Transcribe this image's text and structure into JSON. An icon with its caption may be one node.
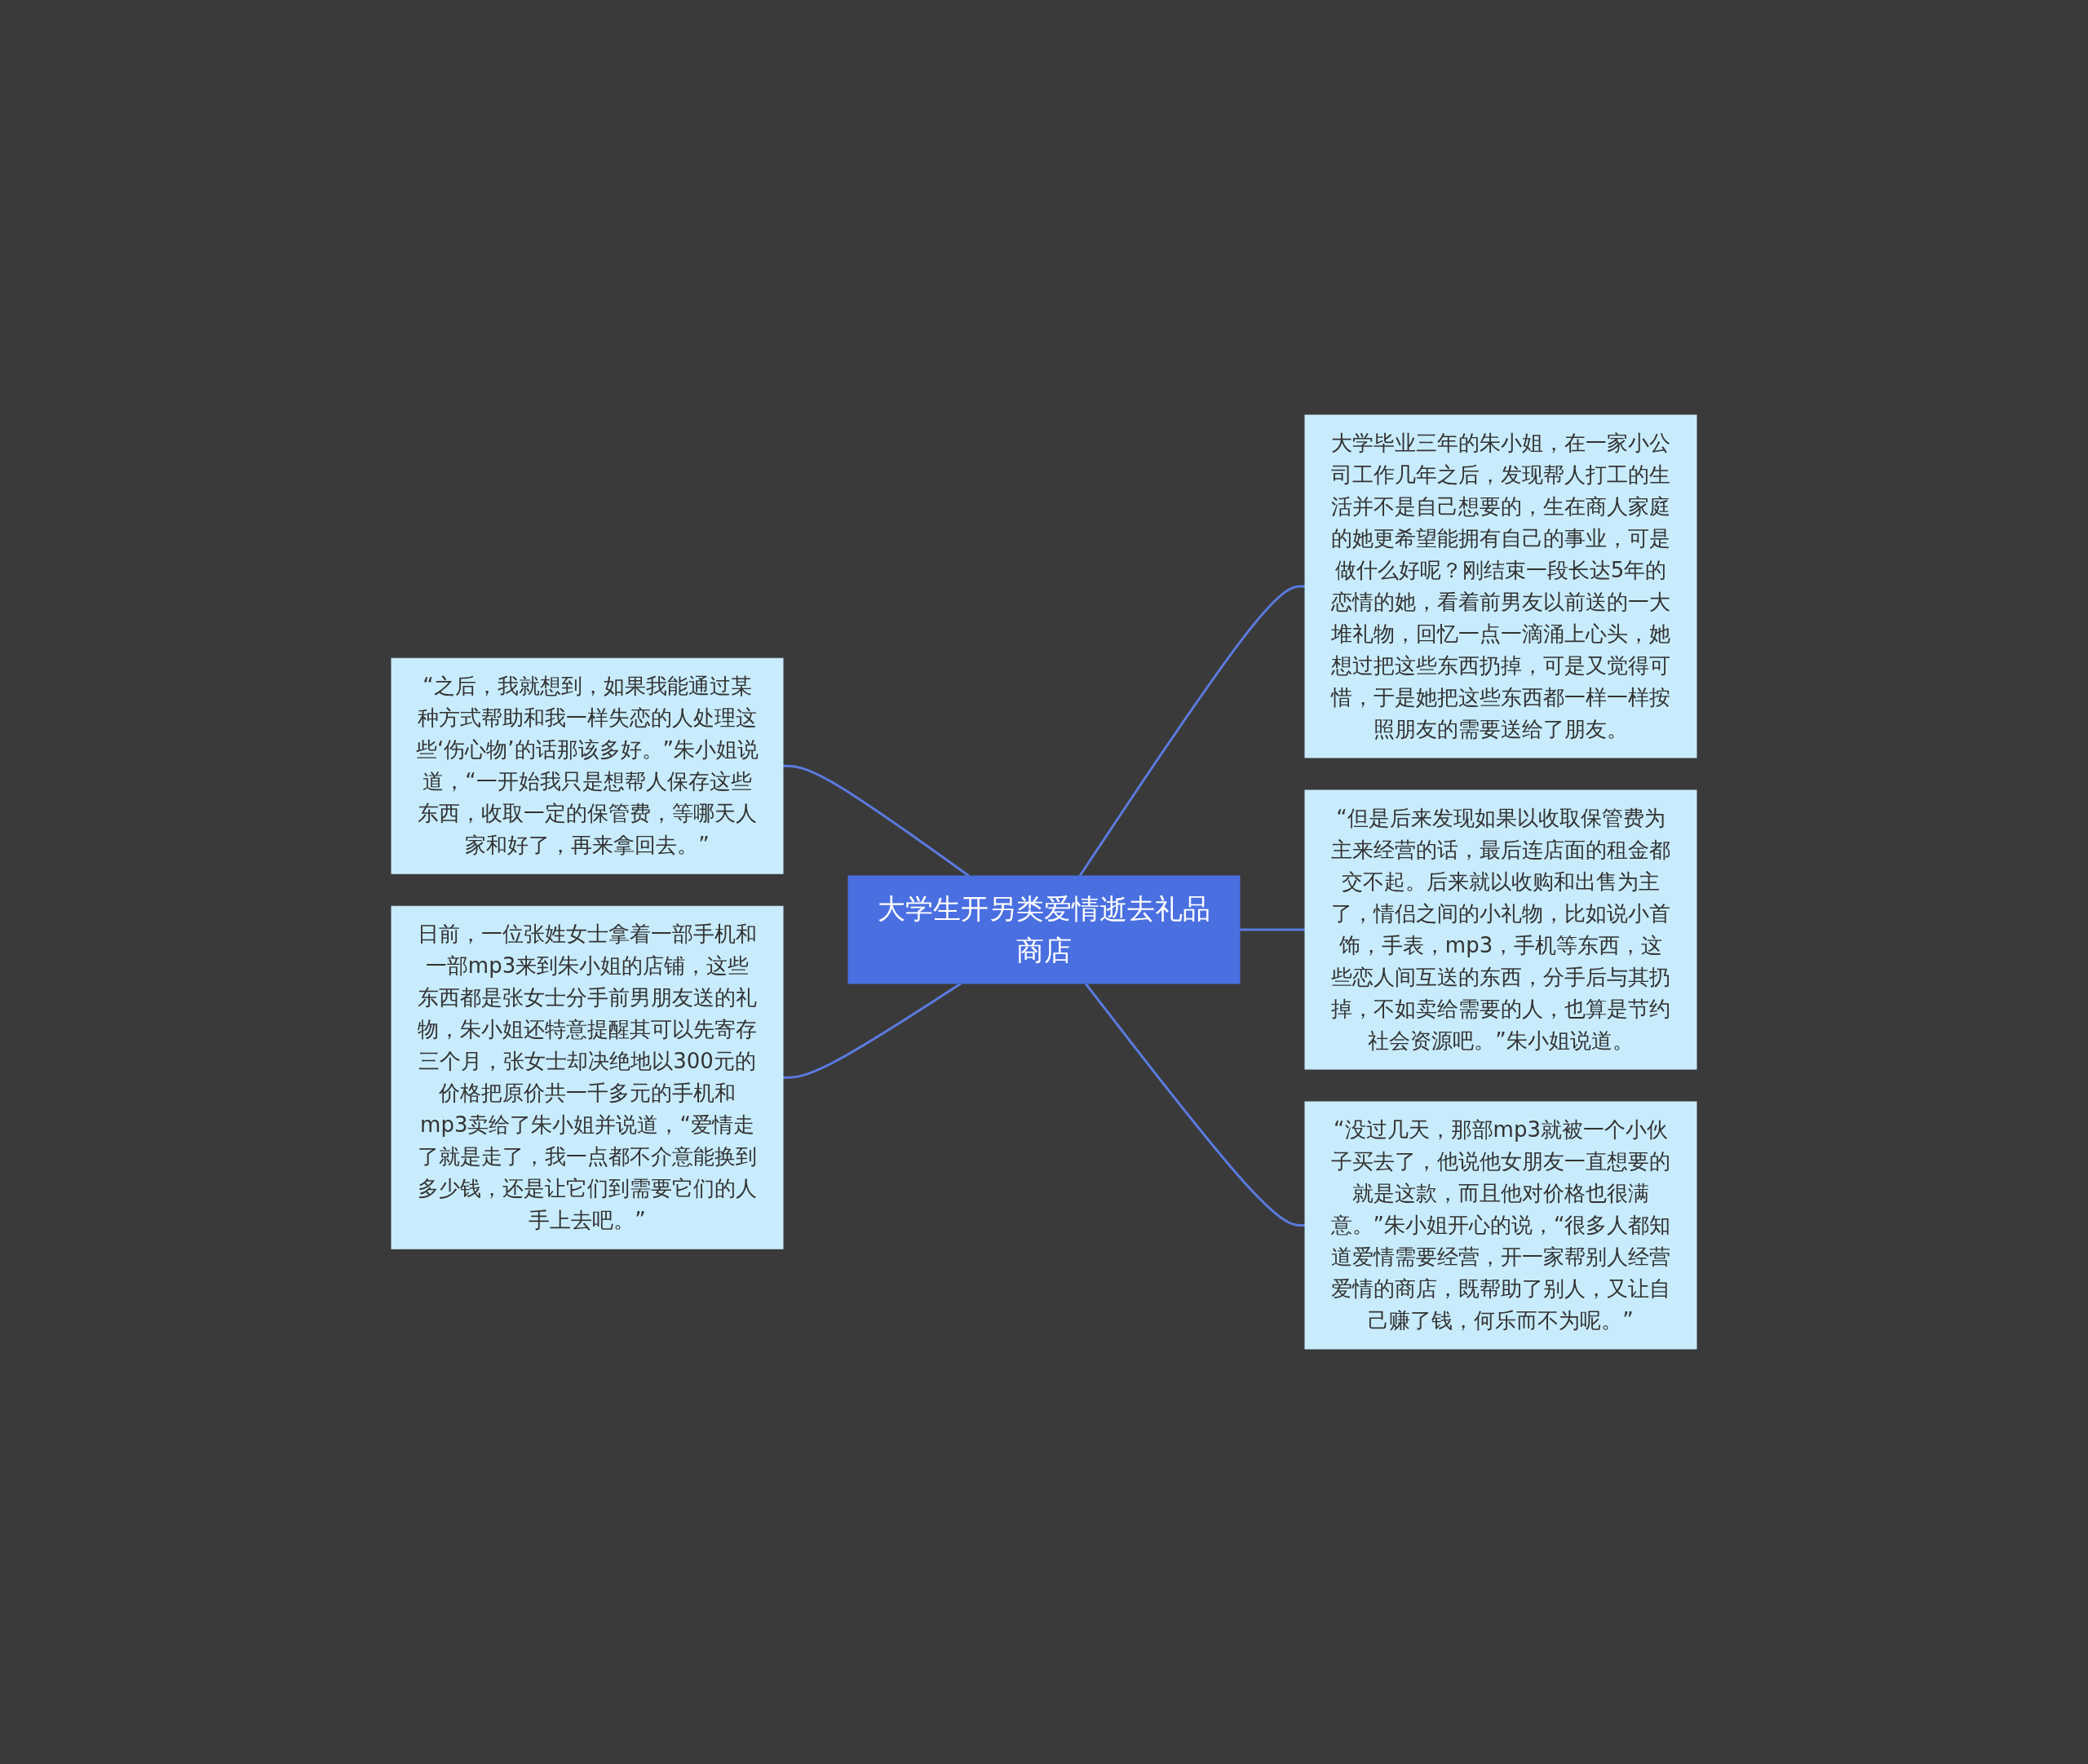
{
  "diagram": {
    "nodes": [
      {
        "text": [
          "大学生开另类爱情逝去礼品商店"
        ]
      },
      {
        "text": [
          "“之后，我就想到，如果我能通过某种方式帮助和我一样失恋的人处理这些‘伤心物’的话那该多好。”朱小姐说道，“一开始我只是想帮人保存这些东西，收取一定的保管费，等哪天人家和好了，再来拿回去。”"
        ]
      },
      {
        "text": [
          "日前，一位张姓女士拿着一部手机和一部mp3来到朱小姐的店铺，这些东西都是张女士分手前男朋友送的礼物，朱小姐还特意提醒其可以先寄存三个月，张女士却决绝地以300元的价格把原价共一千多元的手机和mp3卖给了朱小姐并说道，“爱情走了就是走了，我一点都不介意能换到多少钱，还是让它们到需要它们的人手上去吧。”"
        ]
      },
      {
        "text": [
          "大学毕业三年的朱小姐，在一家小公司工作几年之后，发现帮人打工的生活并不是自己想要的，生在商人家庭的她更希望能拥有自己的事业，可是做什么好呢？刚结束一段长达5年的恋情的她，看着前男友以前送的一大堆礼物，回忆一点一滴涌上心头，她想过把这些东西扔掉，可是又觉得可惜，于是她把这些东西都一样一样按照朋友的需要送给了朋友。"
        ]
      },
      {
        "text": [
          "“但是后来发现如果以收取保管费为主来经营的话，最后连店面的租金都交不起。后来就以收购和出售为主了，情侣之间的小礼物，比如说小首饰，手表，mp3，手机等东西，这些恋人间互送的东西，分手后与其扔掉，不如卖给需要的人，也算是节约社会资源吧。”朱小姐说道。"
        ]
      },
      {
        "text": [
          "“没过几天，那部mp3就被一个小伙子买去了，他说他女朋友一直想要的就是这款，而且他对价格也很满意。”朱小姐开心的说，“很多人都知道爱情需要经营，开一家帮别人经营爱情的商店，既帮助了别人，又让自己赚了钱，何乐而不为呢。”"
        ]
      }
    ],
    "edges": [
      {
        "from": 1,
        "to": 0,
        "arrow": "none"
      },
      {
        "from": 2,
        "to": 0,
        "arrow": "none"
      },
      {
        "from": 0,
        "to": 3,
        "arrow": "none"
      },
      {
        "from": 0,
        "to": 4,
        "arrow": "none"
      },
      {
        "from": 0,
        "to": 5,
        "arrow": "none"
      }
    ]
  }
}
